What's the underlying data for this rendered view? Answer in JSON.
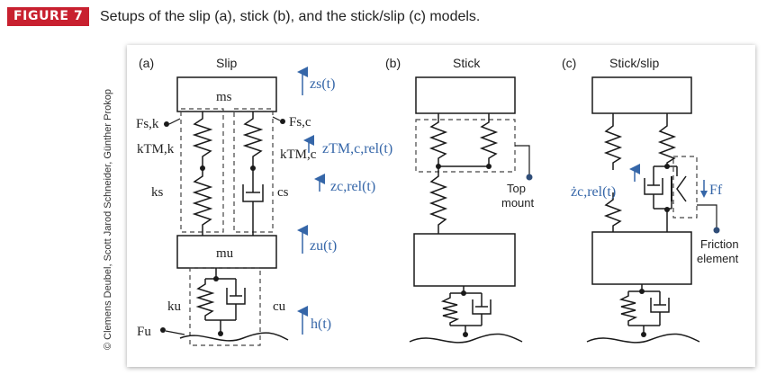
{
  "figure": {
    "badge": "FIGURE 7",
    "caption": "Setups of the slip (a), stick (b), and the stick/slip (c) models."
  },
  "credit": "© Clemens Deubel, Scott Jarod Schneider, Günther Prokop",
  "colors": {
    "badge": "#c8202f",
    "accent_blue": "#3566a8",
    "line": "#1a1a1a",
    "dash": "#444444"
  },
  "panels": {
    "a": {
      "tag": "(a)",
      "title": "Slip",
      "ms": "ms",
      "mu": "mu",
      "Fsk": "Fs,k",
      "Fsc": "Fs,c",
      "kTMk": "kTM,k",
      "kTMc": "kTM,c",
      "ks": "ks",
      "cs": "cs",
      "ku": "ku",
      "cu": "cu",
      "Fu": "Fu",
      "zs": "zs(t)",
      "zTM": "zTM,c,rel(t)",
      "zcrel": "zc,rel(t)",
      "zu": "zu(t)",
      "h": "h(t)"
    },
    "b": {
      "tag": "(b)",
      "title": "Stick",
      "top_mount": [
        "Top",
        "mount"
      ]
    },
    "c": {
      "tag": "(c)",
      "title": "Stick/slip",
      "zcdot": "żc,rel(t)",
      "Ff": "Ff",
      "friction": [
        "Friction",
        "element"
      ]
    }
  }
}
